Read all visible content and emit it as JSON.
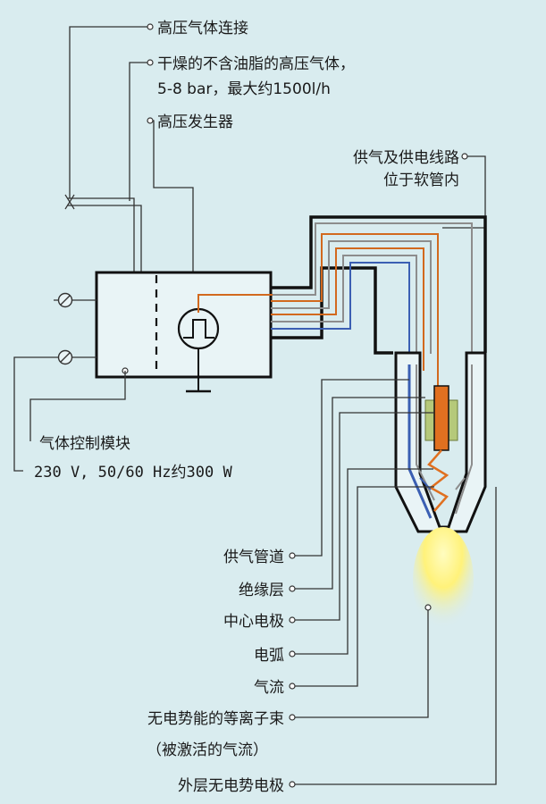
{
  "labels_top": {
    "hp_gas_connection": "高压气体连接",
    "dry_gas_line1": "干燥的不含油脂的高压气体，",
    "dry_gas_line2": "5-8 bar，最大约1500l/h",
    "hv_generator": "高压发生器",
    "supply_line1": "供气及供电线路",
    "supply_line2": "位于软管内"
  },
  "labels_left": {
    "gas_control_module": "气体控制模块",
    "power_spec": "230 V, 50/60 Hz约300 W"
  },
  "labels_bottom": [
    "供气管道",
    "绝缘层",
    "中心电极",
    "电弧",
    "气流",
    "无电势能的等离子束",
    "（被激活的气流）",
    "外层无电势电极"
  ],
  "colors": {
    "background": "#d9ecef",
    "outline": "#111111",
    "gas_line": "#3b5fb3",
    "hv_line": "#d2691e",
    "insulation": "#b5c97a",
    "electrode": "#e07020",
    "plasma": "#fff27a",
    "gray_line": "#8d8d8d"
  },
  "icons": {
    "power_terminals": "circle-slash-icon",
    "hv_generator_symbol": "square-wave-icon",
    "ground": "ground-icon"
  }
}
